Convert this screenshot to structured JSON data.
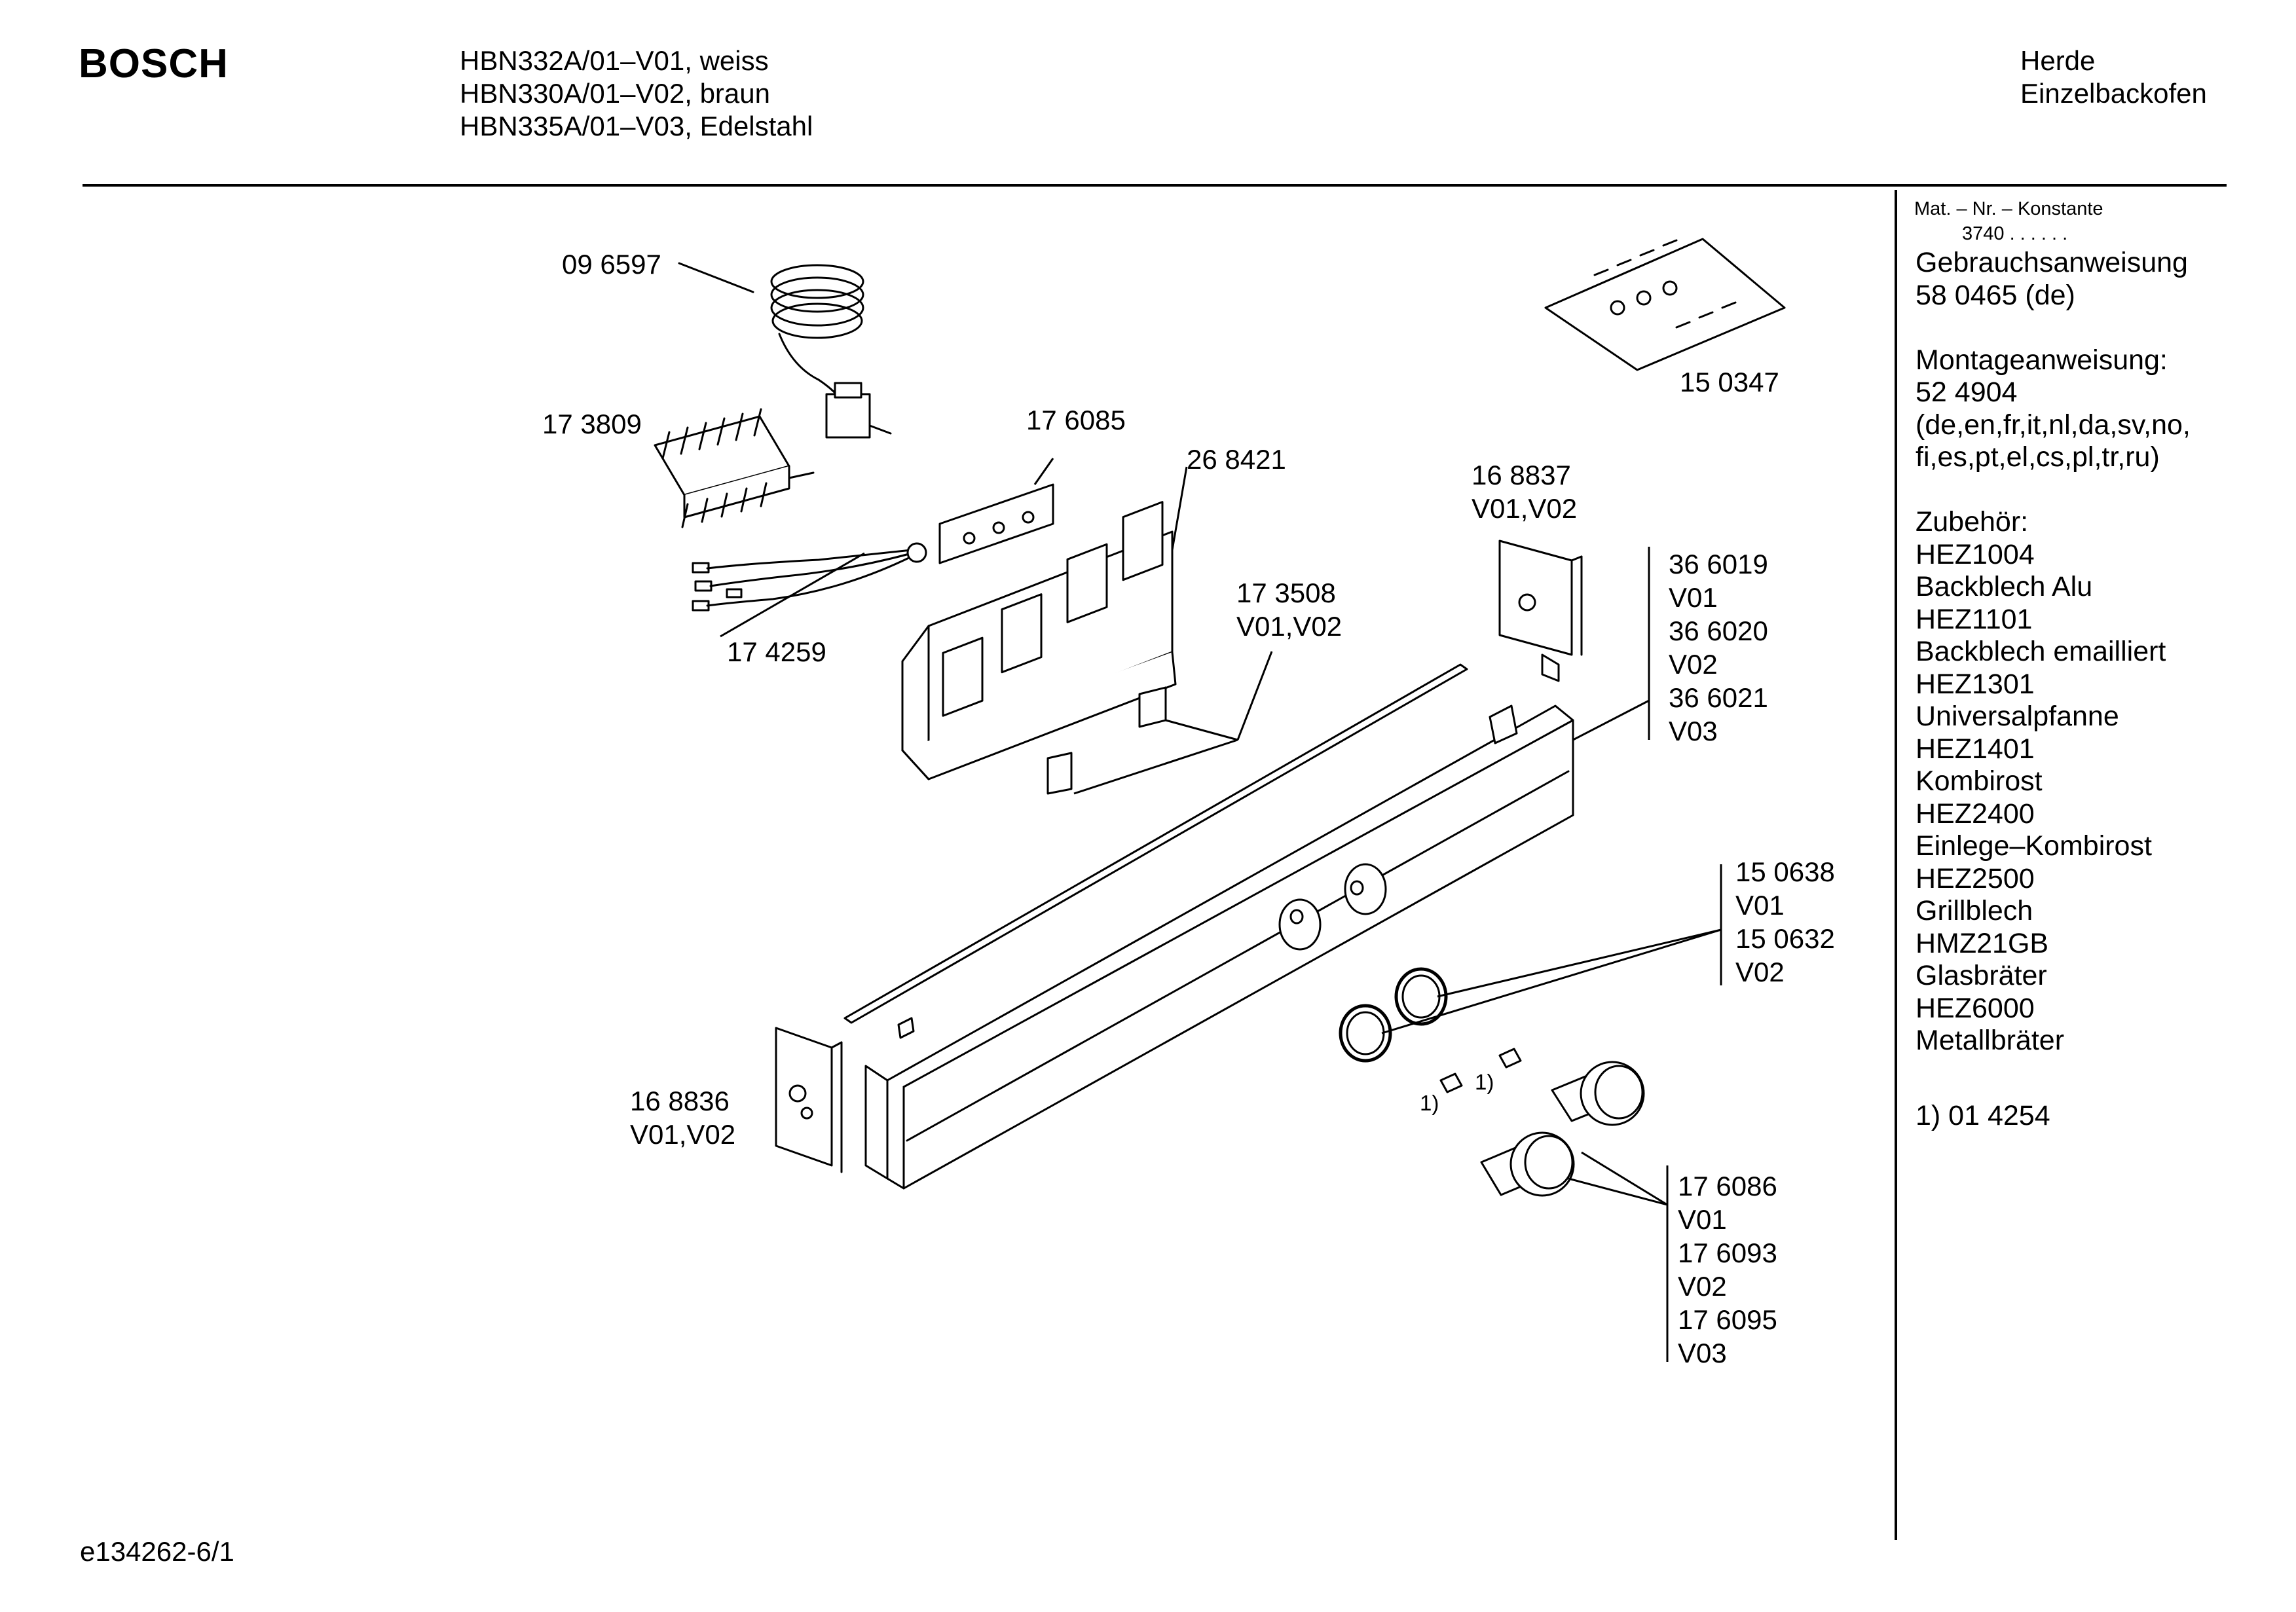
{
  "header": {
    "brand": "BOSCH",
    "models": [
      "HBN332A/01–V01, weiss",
      "HBN330A/01–V02, braun",
      "HBN335A/01–V03, Edelstahl"
    ],
    "category": [
      "Herde",
      "Einzelbackofen"
    ]
  },
  "callouts": {
    "c096597": "09 6597",
    "c173809": "17 3809",
    "c176085": "17 6085",
    "c268421": "26 8421",
    "c174259": "17 4259",
    "c173508": [
      "17 3508",
      "V01,V02"
    ],
    "c168837": [
      "16 8837",
      "V01,V02"
    ],
    "c150347": "15 0347",
    "c366019": [
      "36 6019",
      "V01",
      "36 6020",
      "V02",
      "36 6021",
      "V03"
    ],
    "c150638": [
      "15 0638",
      "V01",
      "15 0632",
      "V02"
    ],
    "c168836": [
      "16 8836",
      "V01,V02"
    ],
    "c176086": [
      "17 6086",
      "V01",
      "17 6093",
      "V02",
      "17 6095",
      "V03"
    ],
    "note_a": "1)",
    "note_b": "1)"
  },
  "sidebar": {
    "mat_title": "Mat. – Nr. – Konstante",
    "mat_value": "3740  .  .  .  .  .  .",
    "lines": [
      "Gebrauchsanweisung",
      "58 0465 (de)",
      "",
      "Montageanweisung:",
      "52 4904",
      "(de,en,fr,it,nl,da,sv,no,",
      "fi,es,pt,el,cs,pl,tr,ru)",
      "",
      "Zubehör:",
      "HEZ1004",
      "Backblech Alu",
      "HEZ1101",
      "Backblech emailliert",
      "HEZ1301",
      "Universalpfanne",
      "HEZ1401",
      "Kombirost",
      "HEZ2400",
      "Einlege–Kombirost",
      "HEZ2500",
      "Grillblech",
      "HMZ21GB",
      "Glasbräter",
      "HEZ6000",
      "Metallbräter",
      "",
      "1) 01 4254"
    ]
  },
  "footer": {
    "doc_id": "e134262-6/1"
  }
}
